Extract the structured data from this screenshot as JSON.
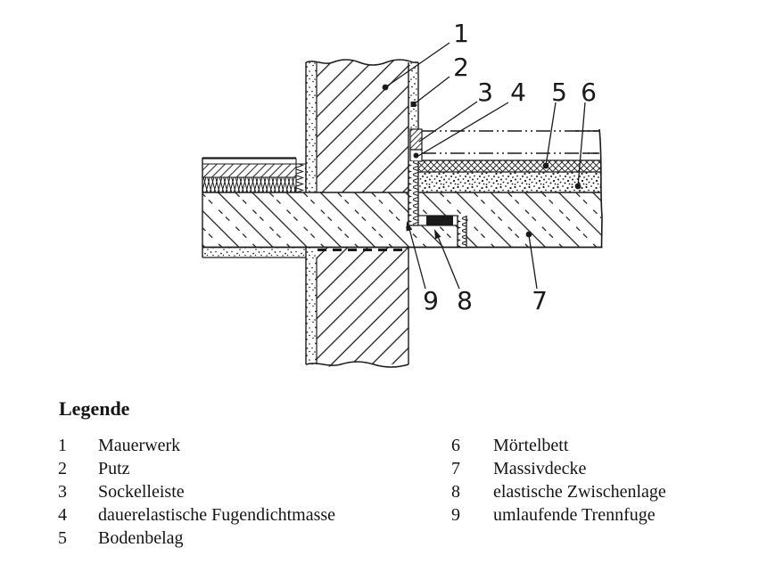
{
  "figure": {
    "type": "technical-construction-detail-section",
    "colors": {
      "line": "#1a1a1a",
      "background": "#ffffff"
    },
    "callouts": [
      "1",
      "2",
      "3",
      "4",
      "5",
      "6",
      "7",
      "8",
      "9"
    ]
  },
  "legend": {
    "title": "Legende",
    "items": [
      {
        "num": "1",
        "label": "Mauerwerk"
      },
      {
        "num": "2",
        "label": "Putz"
      },
      {
        "num": "3",
        "label": "Sockelleiste"
      },
      {
        "num": "4",
        "label": "dauerelastische Fugendichtmasse"
      },
      {
        "num": "5",
        "label": "Bodenbelag"
      },
      {
        "num": "6",
        "label": "Mörtelbett"
      },
      {
        "num": "7",
        "label": "Massivdecke"
      },
      {
        "num": "8",
        "label": "elastische Zwischenlage"
      },
      {
        "num": "9",
        "label": "umlaufende Trennfuge"
      }
    ]
  }
}
